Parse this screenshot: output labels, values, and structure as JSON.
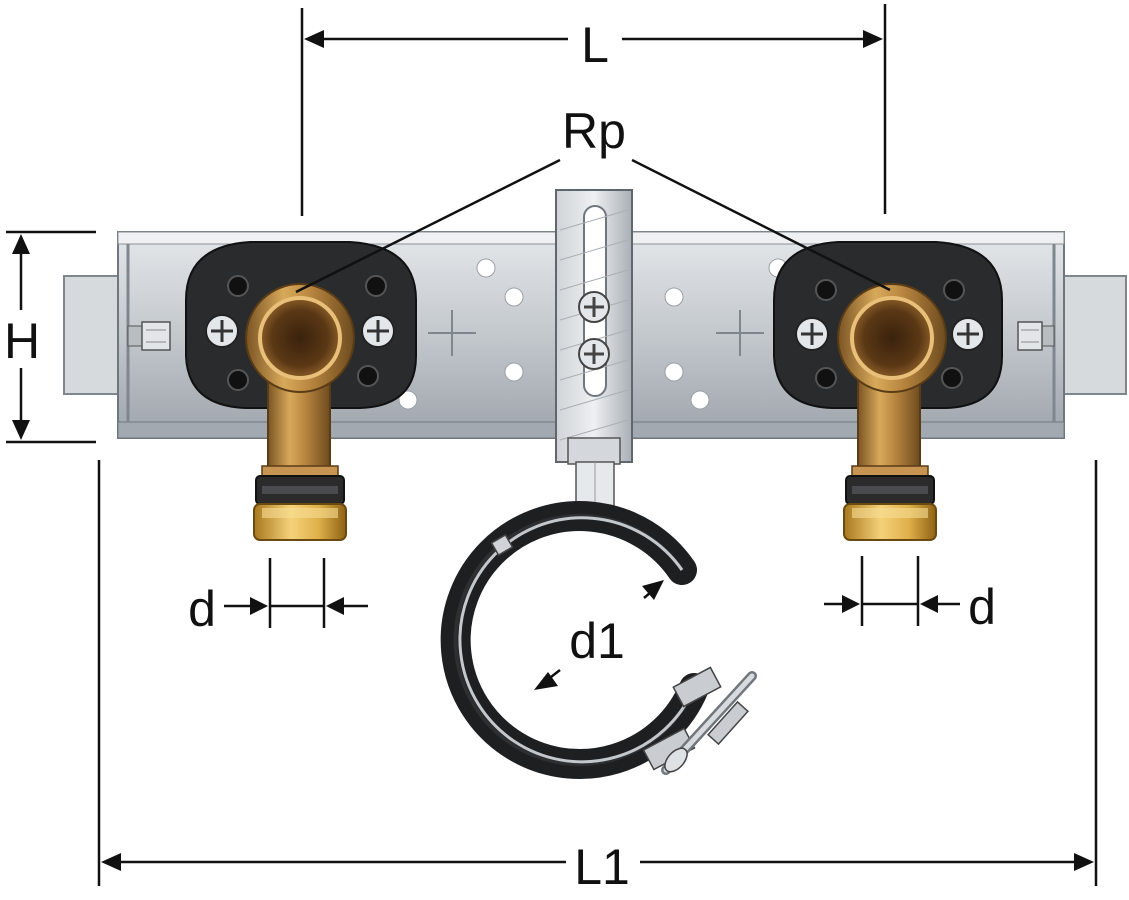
{
  "labels": {
    "L": "L",
    "L1": "L1",
    "H": "H",
    "Rp": "Rp",
    "d_left": "d",
    "d_right": "d",
    "d1": "d1"
  },
  "colors": {
    "dimension_line": "#111111",
    "rail": "#c9cdd2",
    "rail_shadow": "#8c9299",
    "gasket": "#2a2b2d",
    "brass": "#b0813e",
    "brass_light": "#e2b866",
    "ring": "#2b2b2b",
    "screw": "#d9dcdf"
  },
  "icons": {
    "drawing": "wall-mounting-unit-drawing"
  }
}
